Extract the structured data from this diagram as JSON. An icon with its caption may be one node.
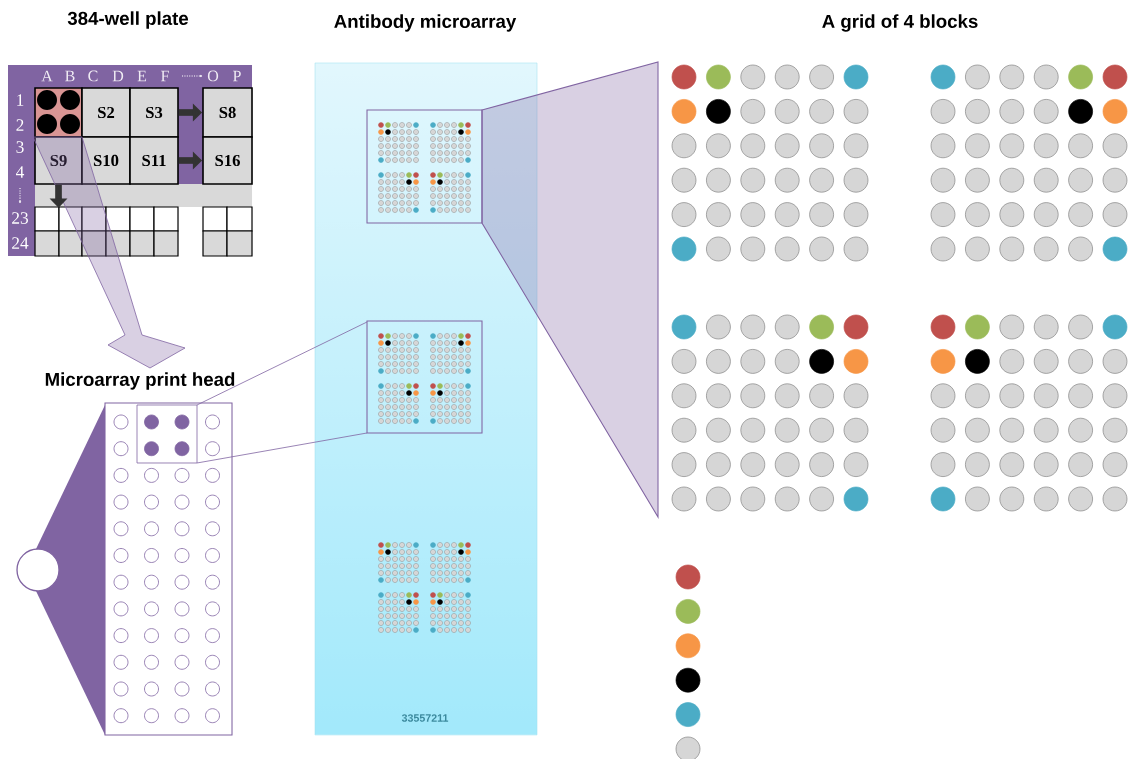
{
  "diagram": {
    "nodes": [
      {
        "text": [
          "S2"
        ]
      },
      {
        "text": [
          "S3"
        ]
      },
      {
        "text": [
          "S8"
        ]
      },
      {
        "text": [
          "S9"
        ]
      },
      {
        "text": [
          "S10"
        ]
      },
      {
        "text": [
          "S11"
        ]
      },
      {
        "text": [
          "S16"
        ]
      }
    ],
    "edges": [
      {
        "from": 1,
        "to": 2,
        "arrow": "to"
      },
      {
        "from": 5,
        "to": 6,
        "arrow": "to"
      },
      {
        "from": 3,
        "to": null,
        "arrow": "to"
      }
    ],
    "labels": [
      "384-well plate",
      "Antibody microarray",
      "A grid of 4 blocks",
      "A",
      "B",
      "C",
      "D",
      "E",
      "F",
      "O",
      "P",
      "1",
      "2",
      "3",
      "4",
      "23",
      "24",
      "Microarray print head",
      "33557211"
    ]
  }
}
